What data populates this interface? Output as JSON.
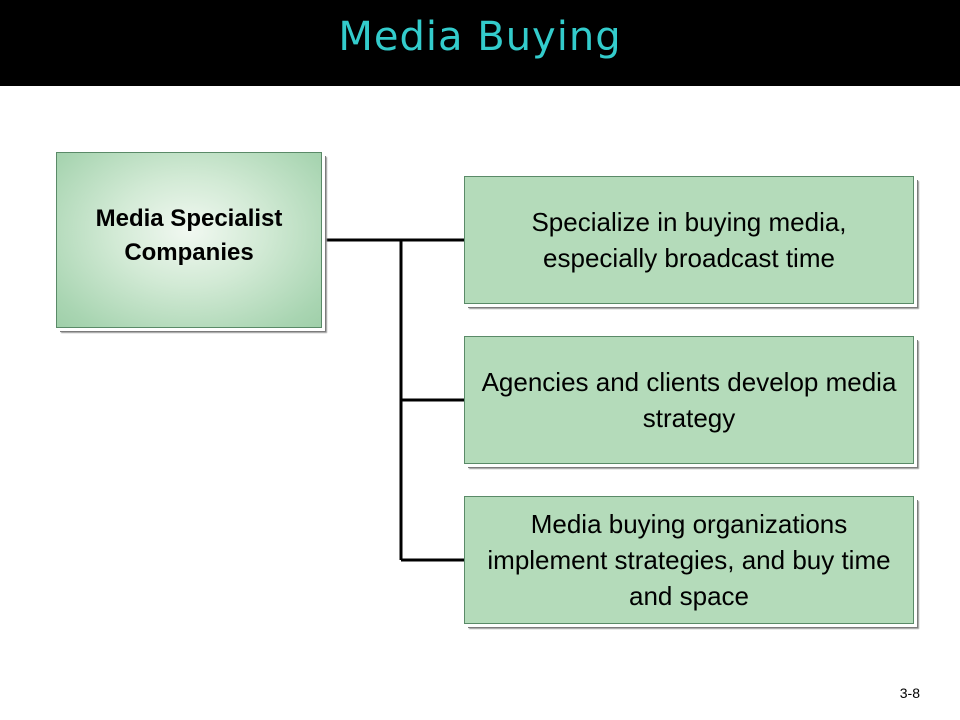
{
  "slide": {
    "title": "Media Buying",
    "page_number": "3-8"
  },
  "diagram": {
    "root": {
      "label": "Media Specialist Companies"
    },
    "children": [
      {
        "label": "Specialize in buying media, especially broadcast time"
      },
      {
        "label": "Agencies and clients develop media strategy"
      },
      {
        "label": "Media buying organizations implement strategies, and buy time and space"
      }
    ]
  },
  "colors": {
    "title_bar": "#000000",
    "title_text": "#33cccc",
    "box_fill": "#b4dbba",
    "connector": "#000000"
  }
}
